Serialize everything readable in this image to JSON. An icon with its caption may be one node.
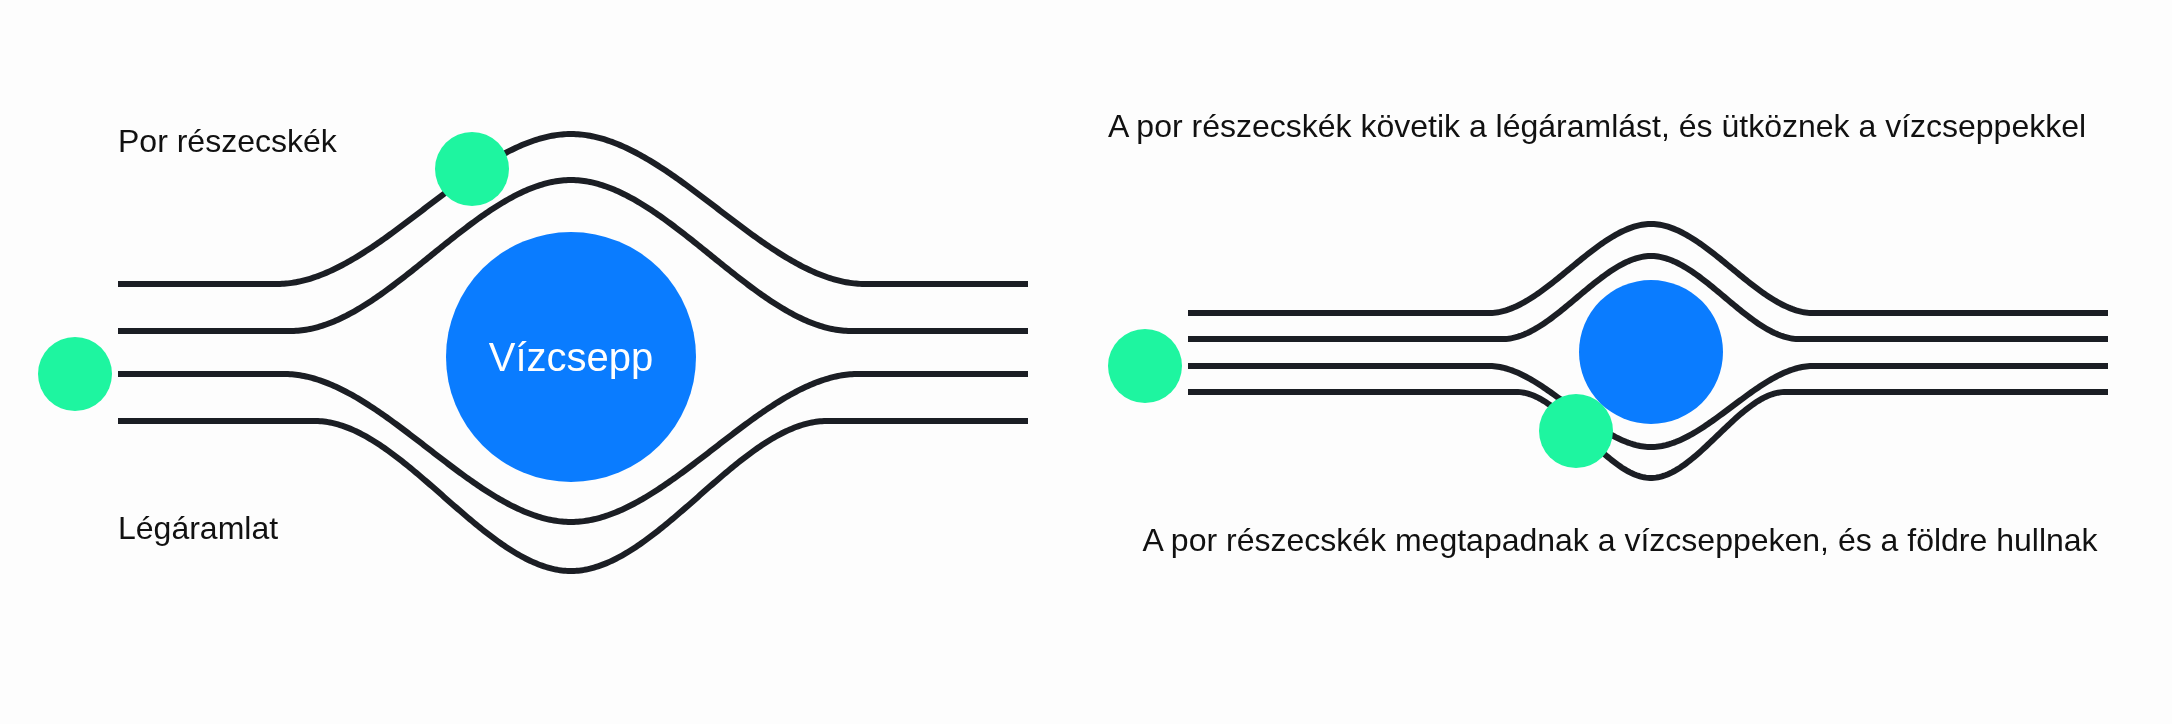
{
  "diagram": {
    "nodes": [
      {
        "text": [
          "Vízcsepp"
        ]
      },
      {
        "text": [],
        "shape": "circle"
      }
    ],
    "labels": [
      "Por részecskék",
      "Légáramlat",
      "A por részecskék követik a légáramlást, és ütköznek a vízcseppekkel",
      "A por részecskék megtapadnak a vízcseppeken, és a földre hullnak"
    ]
  }
}
